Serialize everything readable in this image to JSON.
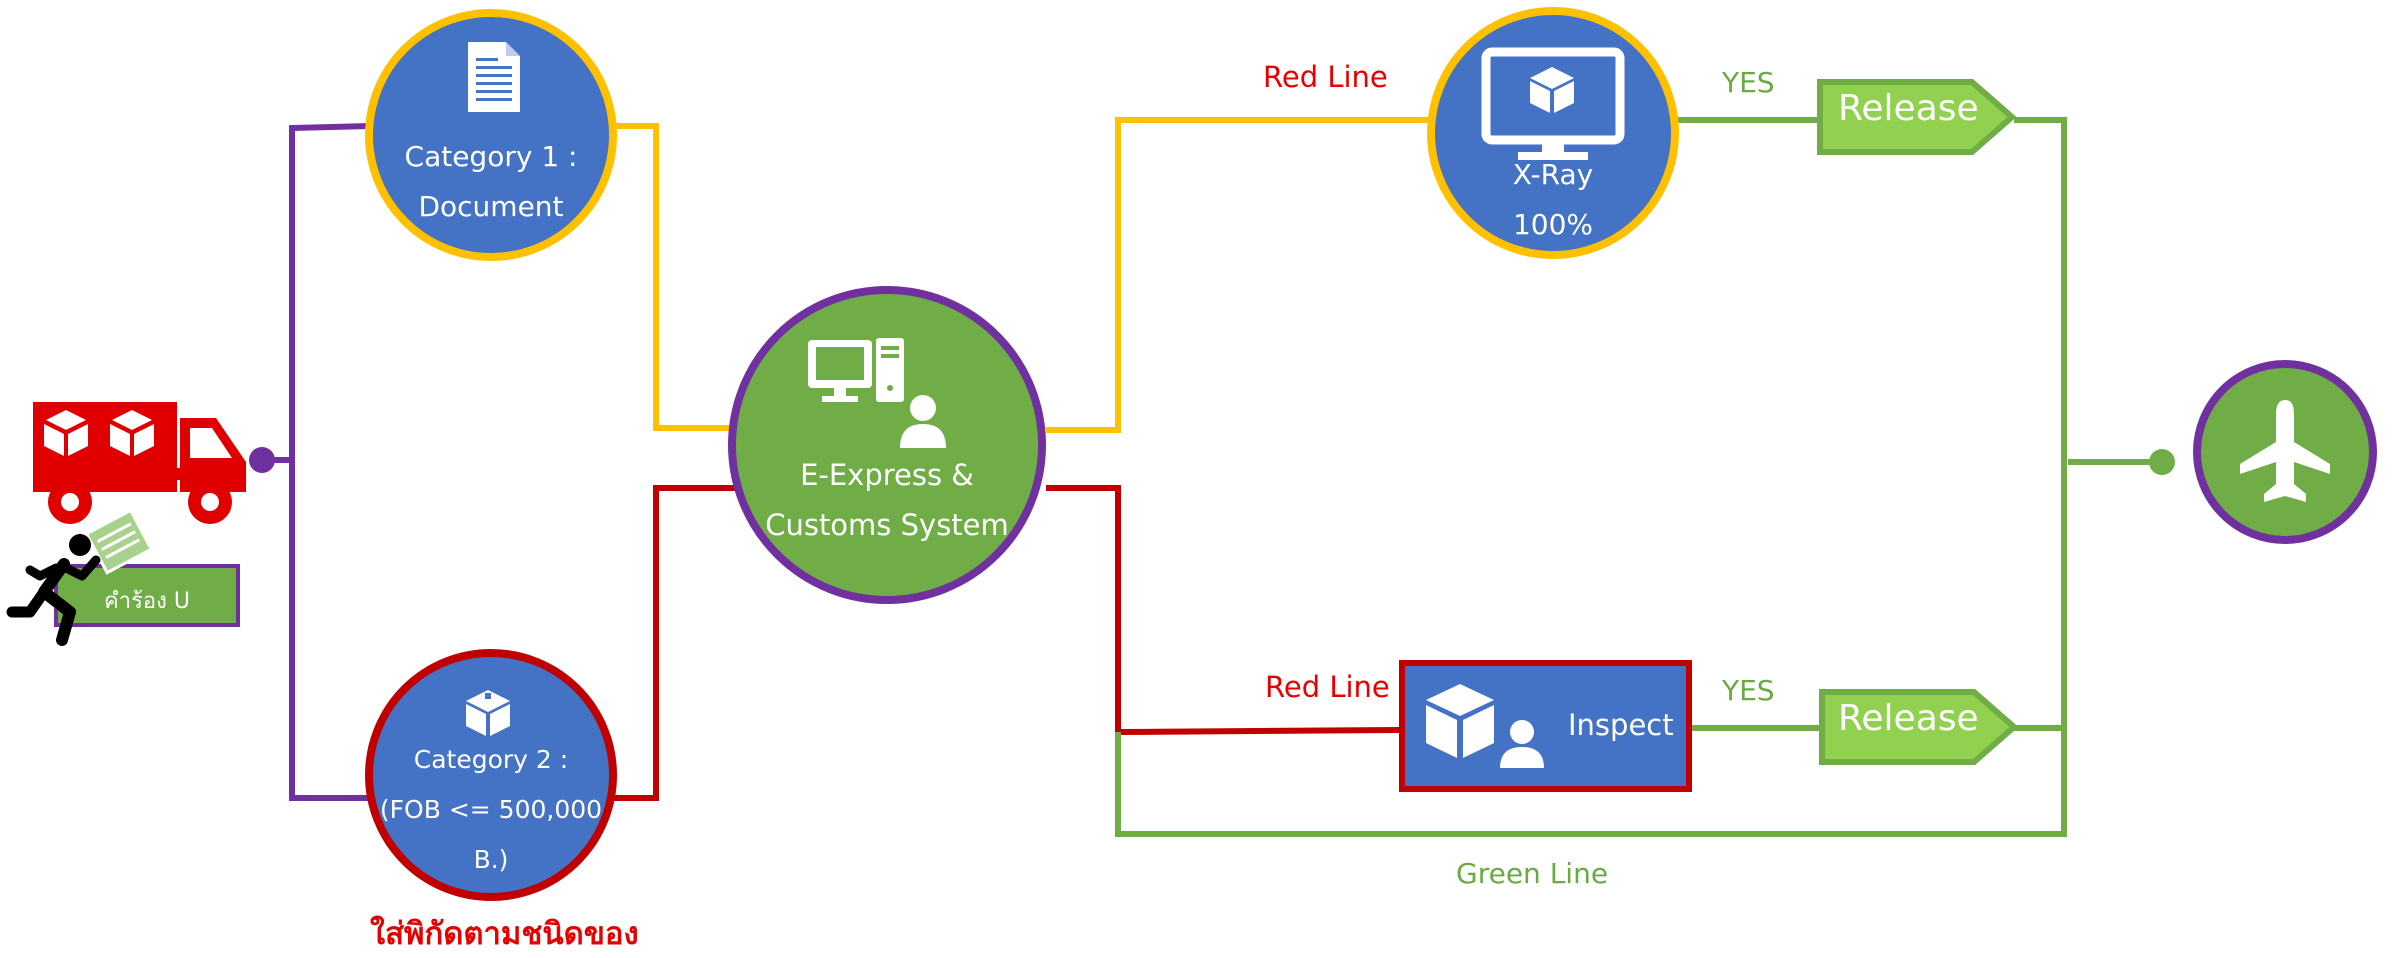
{
  "category1": {
    "line1": "Category 1 :",
    "line2": "Document"
  },
  "category2": {
    "line1": "Category 2 :",
    "line2": "(FOB <= 500,000 B.)",
    "note": "ใส่พิกัดตามชนิดของ"
  },
  "system": {
    "line1": "E-Express &",
    "line2": "Customs System"
  },
  "xray": {
    "line1": "X-Ray",
    "line2": "100%"
  },
  "inspect": {
    "label": "Inspect"
  },
  "branches": {
    "red_line_top": "Red Line",
    "red_line_bottom": "Red Line",
    "yes_top": "YES",
    "yes_bottom": "YES",
    "green_line": "Green Line"
  },
  "release": {
    "top": "Release",
    "bottom": "Release"
  },
  "form": {
    "label": "คำร้อง U"
  },
  "colors": {
    "purple": "#7030a0",
    "yellow": "#ffc000",
    "red": "#c00000",
    "green": "#70ad47",
    "blue": "#4472c4",
    "light_green": "#92d050",
    "truck_red": "#e00000"
  }
}
